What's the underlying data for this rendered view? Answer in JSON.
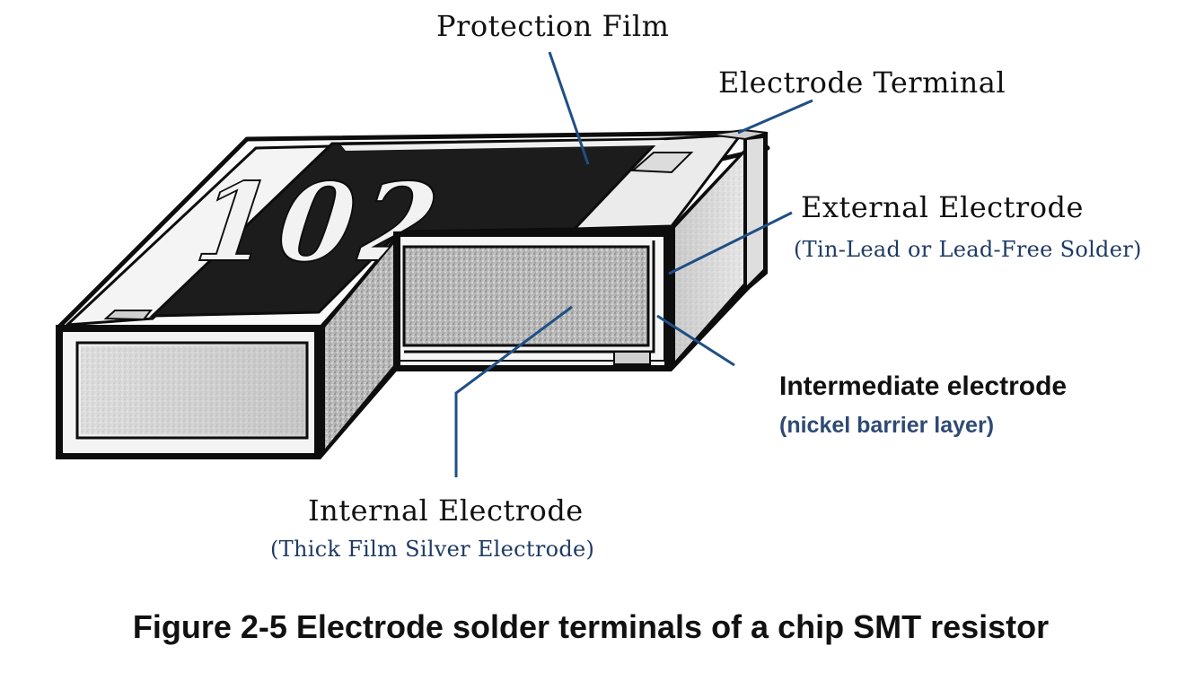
{
  "labels": {
    "protection_film": "Protection Film",
    "electrode_terminal": "Electrode Terminal",
    "external_electrode": "External Electrode",
    "external_electrode_note": "(Tin-Lead or Lead-Free Solder)",
    "intermediate_electrode": "Intermediate electrode",
    "intermediate_electrode_note": "(nickel barrier layer)",
    "internal_electrode": "Internal Electrode",
    "internal_electrode_note": "(Thick Film Silver Electrode)"
  },
  "marking": "102",
  "caption": "Figure 2-5 Electrode solder terminals of a chip SMT resistor",
  "colors": {
    "leader_line": "#1f4f85",
    "protection_film": "#1c1c1c",
    "ceramic_body": "#e8e8e8",
    "outline": "#0d0d0d",
    "sub_label_serif": "#1f3b63",
    "sub_label_sans": "#2e4a73"
  }
}
